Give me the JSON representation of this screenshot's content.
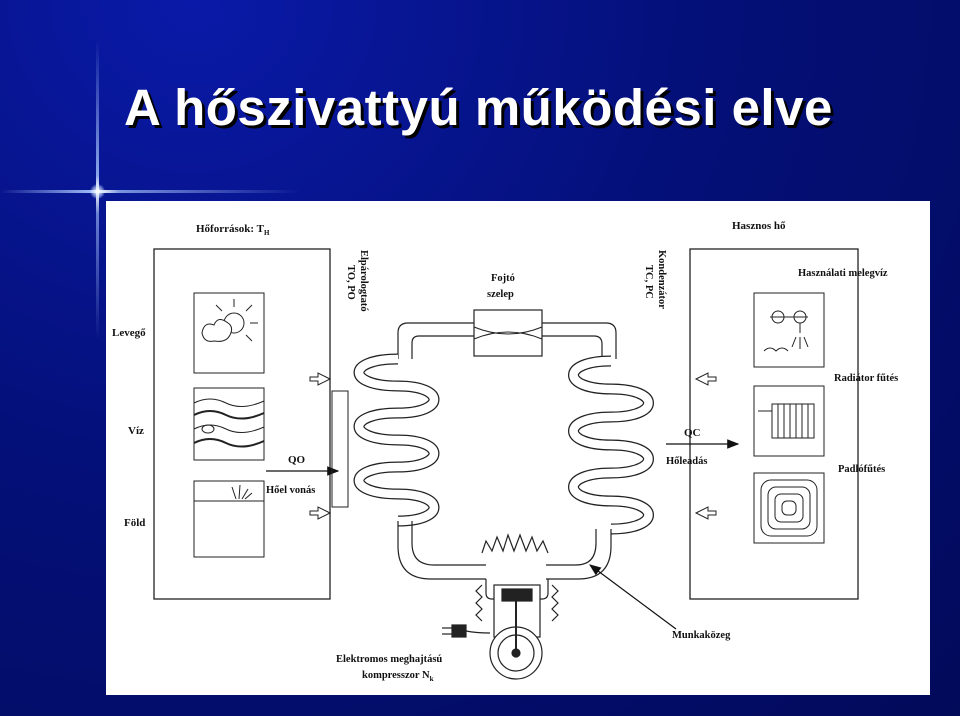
{
  "title": "A hőszivattyú működési elve",
  "diagram": {
    "heat_sources": "Hőforrások: T",
    "heat_sources_sub": "H",
    "useful_heat": "Hasznos hő",
    "evaporator": "Elpárologtató",
    "evaporator_sub": "TO, PO",
    "condenser": "Kondenzátor",
    "condenser_sub": "TC, PC",
    "valve_line1": "Fojtó",
    "valve_line2": "szelep",
    "air": "Levegő",
    "water": "Víz",
    "ground": "Föld",
    "qo": "QO",
    "heat_absorption": "Hőel vonás",
    "qc": "QC",
    "heat_release": "Hőleadás",
    "hot_water": "Használati melegvíz",
    "radiator": "Radiátor fűtés",
    "floor_heating": "Padlófűtés",
    "working_medium": "Munkaközeg",
    "compressor_line1": "Elektromos meghajtású",
    "compressor_line2": "kompresszor N",
    "compressor_sub": "k"
  }
}
